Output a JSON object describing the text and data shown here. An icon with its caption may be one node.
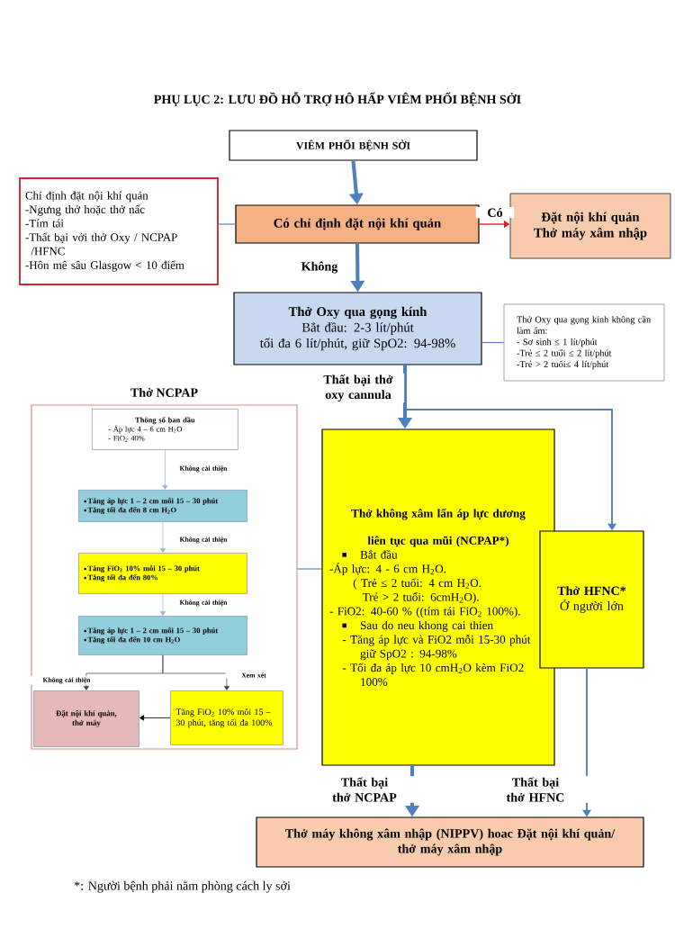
{
  "diagram": {
    "title": "PHỤ LỤC 2: LƯU ĐỒ HỖ TRỢ HÔ HẤP VIÊM PHỔI BỆNH SỞI",
    "caption": "*: Người bệnh phải nằm phòng cách ly sởi",
    "nodes": [
      {
        "text": [
          "VIÊM PHỔI BỆNH SỞI"
        ]
      },
      {
        "text": [
          "Chỉ định đặt nội khí quản",
          "-Ngưng thở hoặc thở nấc",
          "-Tím tái",
          "-Thất bại với thở Oxy / NCPAP /HFNC",
          "-Hôn mê sâu Glasgow < 10 điểm"
        ]
      },
      {
        "text": [
          "Có chỉ định đặt nội khí quản"
        ]
      },
      {
        "text": [
          "Đặt nội khí quản Thở máy xâm nhập"
        ]
      },
      {
        "text": [
          "Thở Oxy qua gọng kính",
          "Bắt đầu: 2-3 lít/phút",
          "tối đa 6 lít/phút, giữ SpO2: 94-98%"
        ]
      },
      {
        "text": [
          "Thở Oxy qua gọng kính không cần làm ẩm:",
          "- Sơ sinh ≤ 1 lít/phút",
          "-Trẻ ≤ 2 tuổi ≤ 2 lít/phút",
          "-Trẻ > 2 tuổi≤ 4 lít/phút"
        ]
      },
      {
        "text": [
          "Thở NCPAP"
        ]
      },
      {
        "text": [
          "Thông số ban đầu",
          "- Áp lực 4 – 6 cm H$_{2}$O",
          "- FiO$_{2}$ 40%"
        ],
        "in": 6
      },
      {
        "text": [
          "Tăng áp lực 1 – 2 cm mỗi 15 – 30 phút",
          "Tăng tối đa đến 8 cm H$_{2}$O"
        ],
        "in": 6
      },
      {
        "text": [
          "Tăng FiO$_{2}$ 10% mỗi 15 – 30 phút",
          "Tăng tối đa đến 80%"
        ],
        "in": 6
      },
      {
        "text": [
          "Tăng áp lực 1 – 2 cm mỗi 15 – 30 phút",
          "Tăng tối đa đến 10 cm H$_{2}$O"
        ],
        "in": 6
      },
      {
        "text": [
          "Đặt nội khí quản, thở máy"
        ],
        "in": 6
      },
      {
        "text": [
          "Tăng FiO$_{2}$ 10% mỗi 15 – 30 phút, tăng tối đa 100%"
        ],
        "in": 6
      },
      {
        "text": [
          "Thở không xâm lấn áp lực dương liên tục qua mũi (NCPAP*)",
          "Bắt đầu",
          "-Áp lực: 4 - 6 cm H$_{2}$O.",
          "( Trẻ ≤ 2 tuổi: 4 cm H$_{2}$O.",
          "Trẻ > 2 tuổi: 6cmH$_{2}$O).",
          "- FiO2: 40-60 % ((tím tái FiO$_{2}$ 100%).",
          "Sau do neu khong cai thien",
          "- Tăng áp lực và FiO2 mỗi 15-30 phút giữ SpO2 : 94-98%",
          "- Tối đa áp lực 10 cmH$_{2}$O kèm FiO2 100%"
        ]
      },
      {
        "text": [
          "Thở HFNC*",
          "Ở người lớn"
        ]
      },
      {
        "text": [
          "Thở máy không xâm nhập (NIPPV) hoac Đặt nội khí quản/ thở máy xâm nhập"
        ]
      }
    ],
    "edges": [
      {
        "from": 0,
        "to": 2,
        "arrow": "to",
        "style": "thick"
      },
      {
        "from": 1,
        "to": 2,
        "arrow": "none"
      },
      {
        "from": 2,
        "to": 3,
        "arrow": "to",
        "label": "Có",
        "color": "#d9262e"
      },
      {
        "from": 2,
        "to": 4,
        "arrow": "to",
        "label": "Không",
        "style": "thick"
      },
      {
        "from": 5,
        "to": 4,
        "arrow": "none"
      },
      {
        "from": 4,
        "to": 13,
        "arrow": "to",
        "label": "Thất bại thở oxy cannula",
        "style": "thick"
      },
      {
        "from": 4,
        "to": 14,
        "arrow": "to"
      },
      {
        "from": 6,
        "to": 13,
        "arrow": "none"
      },
      {
        "from": 7,
        "to": 8,
        "arrow": "to",
        "label": "Không cải thiện",
        "color": "#95b3d7"
      },
      {
        "from": 8,
        "to": 9,
        "arrow": "to",
        "label": "Không cải thiện",
        "color": "#95b3d7"
      },
      {
        "from": 9,
        "to": 10,
        "arrow": "to",
        "label": "Không cải thiện",
        "color": "#95b3d7"
      },
      {
        "from": 10,
        "to": 11,
        "arrow": "to",
        "label": "Không cải thiện",
        "color": "#404040"
      },
      {
        "from": 10,
        "to": 12,
        "arrow": "to",
        "label": "Xem xét",
        "color": "#404040"
      },
      {
        "from": 12,
        "to": 11,
        "arrow": "to",
        "color": "#000000"
      },
      {
        "from": 13,
        "to": 15,
        "arrow": "to",
        "label": "Thất bại thở NCPAP",
        "style": "thick"
      },
      {
        "from": 14,
        "to": 15,
        "arrow": "to",
        "label": "Thất bại thở HFNC"
      }
    ]
  }
}
